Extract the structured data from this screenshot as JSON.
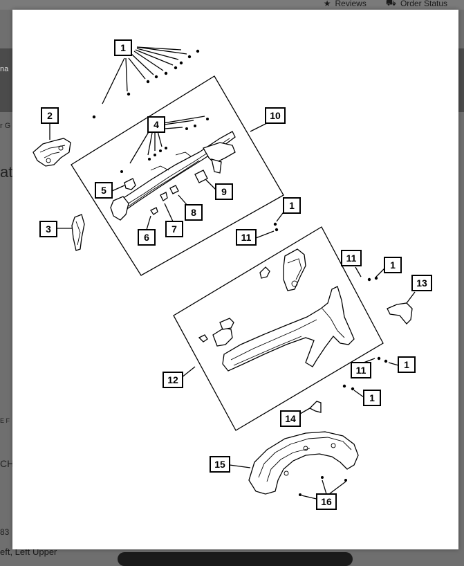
{
  "header": {
    "reviews_label": "Reviews",
    "order_status_label": "Order Status"
  },
  "background": {
    "frag_1": "na",
    "frag_2": "r G",
    "frag_3": "at",
    "frag_4": "E F",
    "frag_5": "CH",
    "frag_6": "83",
    "bottom_text": "eft, Left Upper"
  },
  "diagram": {
    "callouts": [
      {
        "id": "c1a",
        "label": "1"
      },
      {
        "id": "c2",
        "label": "2"
      },
      {
        "id": "c3",
        "label": "3"
      },
      {
        "id": "c4",
        "label": "4"
      },
      {
        "id": "c5",
        "label": "5"
      },
      {
        "id": "c6",
        "label": "6"
      },
      {
        "id": "c7",
        "label": "7"
      },
      {
        "id": "c8",
        "label": "8"
      },
      {
        "id": "c9",
        "label": "9"
      },
      {
        "id": "c10",
        "label": "10"
      },
      {
        "id": "c1b",
        "label": "1"
      },
      {
        "id": "c11a",
        "label": "11"
      },
      {
        "id": "c11b",
        "label": "11"
      },
      {
        "id": "c1c",
        "label": "1"
      },
      {
        "id": "c13",
        "label": "13"
      },
      {
        "id": "c12",
        "label": "12"
      },
      {
        "id": "c11c",
        "label": "11"
      },
      {
        "id": "c1d",
        "label": "1"
      },
      {
        "id": "c1e",
        "label": "1"
      },
      {
        "id": "c14",
        "label": "14"
      },
      {
        "id": "c15",
        "label": "15"
      },
      {
        "id": "c16",
        "label": "16"
      }
    ]
  }
}
